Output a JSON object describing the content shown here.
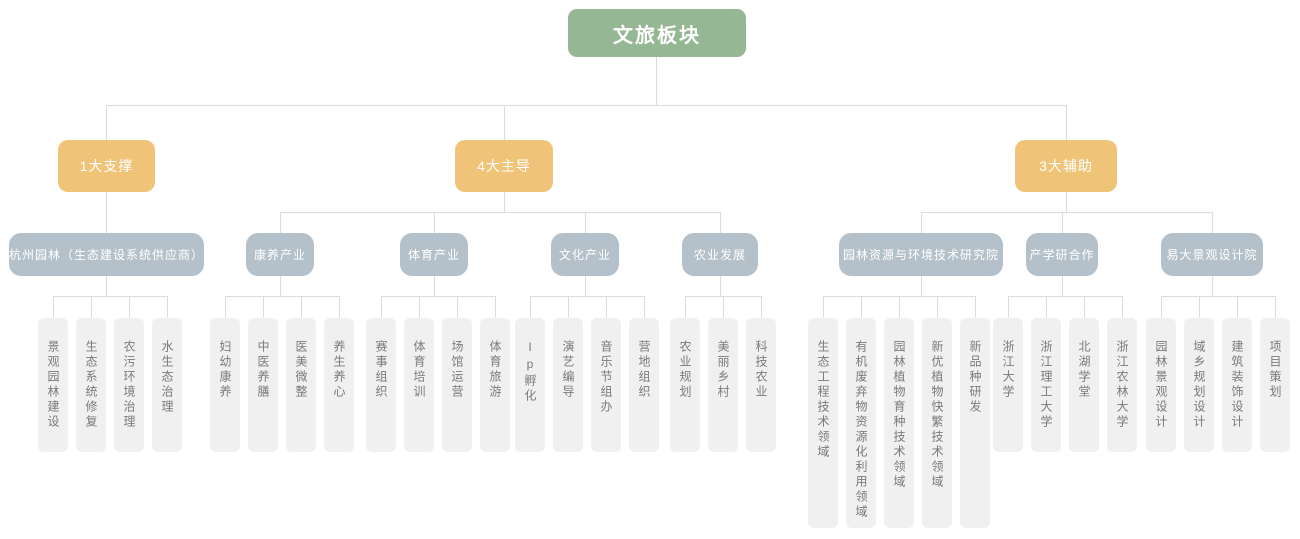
{
  "title": "文旅板块",
  "colors": {
    "root_bg": "#96b794",
    "branch_bg": "#efc478",
    "category_bg": "#b5c1ca",
    "leaf_bg": "#f0f0f0",
    "leaf_text": "#7a7a7a",
    "line": "#dcdcdc"
  },
  "branches": [
    {
      "label": "1大支撑",
      "categories": [
        {
          "label": "杭州园林（生态建设系统供应商）",
          "leaves": [
            "景观园林建设",
            "生态系统修复",
            "农污环境治理",
            "水生态治理"
          ]
        }
      ]
    },
    {
      "label": "4大主导",
      "categories": [
        {
          "label": "康养产业",
          "leaves": [
            "妇幼康养",
            "中医养膳",
            "医美微整",
            "养生养心"
          ]
        },
        {
          "label": "体育产业",
          "leaves": [
            "赛事组织",
            "体育培训",
            "场馆运营",
            "体育旅游"
          ]
        },
        {
          "label": "文化产业",
          "leaves": [
            "Ip孵化",
            "演艺编导",
            "音乐节组办",
            "营地组织"
          ]
        },
        {
          "label": "农业发展",
          "leaves": [
            "农业规划",
            "美丽乡村",
            "科技农业"
          ]
        }
      ]
    },
    {
      "label": "3大辅助",
      "categories": [
        {
          "label": "园林资源与环境技术研究院",
          "leaves": [
            "生态工程技术领域",
            "有机废弃物资源化利用领域",
            "园林植物育种技术领域",
            "新优植物快繁技术领域",
            "新品种研发"
          ]
        },
        {
          "label": "产学研合作",
          "leaves": [
            "浙江大学",
            "浙江理工大学",
            "北湖学堂",
            "浙江农林大学"
          ]
        },
        {
          "label": "易大景观设计院",
          "leaves": [
            "园林景观设计",
            "域乡规划设计",
            "建筑装饰设计",
            "项目策划"
          ]
        }
      ]
    }
  ]
}
